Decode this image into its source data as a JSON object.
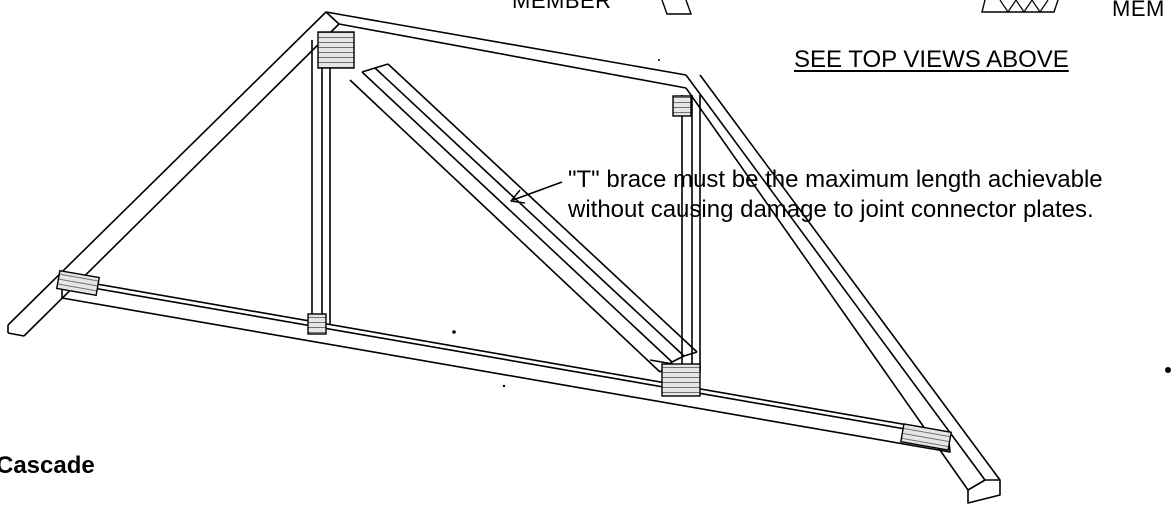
{
  "labels": {
    "member_left": "MEMBER",
    "member_right": "MEM",
    "see_views": "SEE TOP VIEWS ABOVE",
    "brace_note_line1": "\"T\" brace must be the maximum length achievable",
    "brace_note_line2": "without causing damage to joint connector plates.",
    "section_title": "Cascade"
  },
  "colors": {
    "line": "#000000",
    "plate_fill": "#d9d9d9",
    "background": "#ffffff"
  }
}
